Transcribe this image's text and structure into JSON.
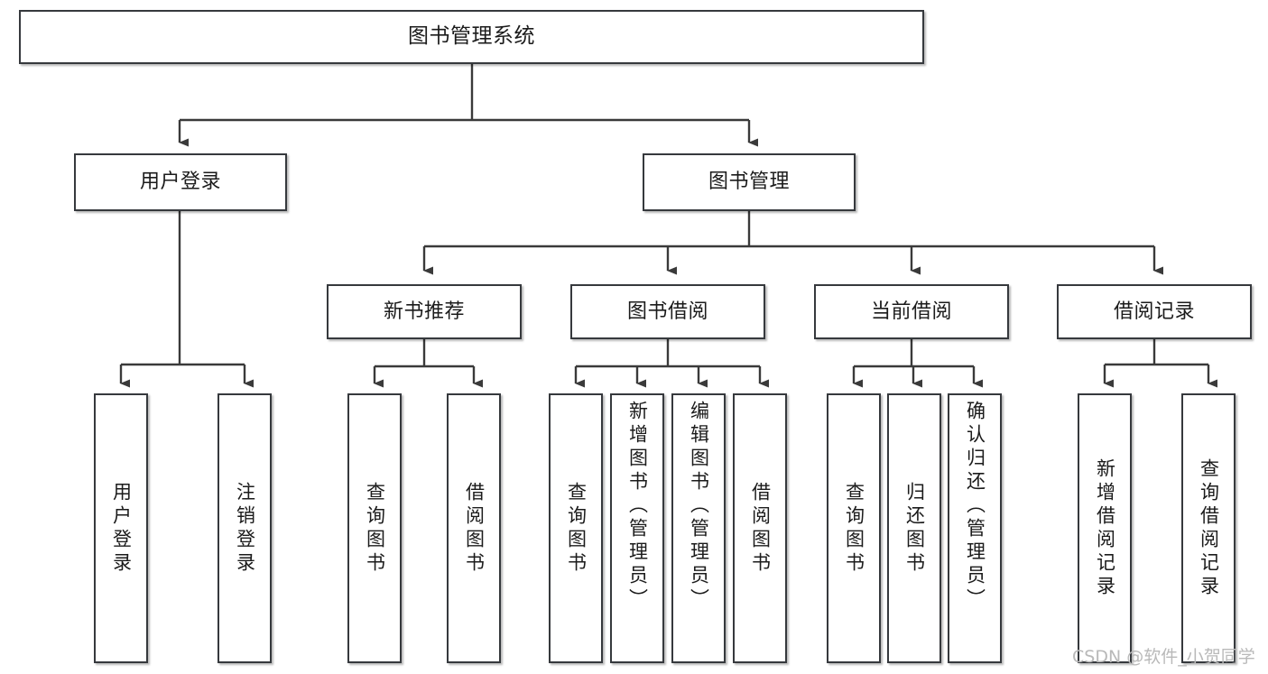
{
  "diagram": {
    "title": "图书管理系统",
    "type": "tree-hierarchy",
    "watermark": "CSDN @软件_小贺同学",
    "colors": {
      "background": "#ffffff",
      "node_border": "#36393d",
      "node_fill": "#ffffff",
      "edge": "#3a3a3a",
      "text": "#1b1b1b",
      "watermark": "#b9b9b9"
    },
    "nodes": {
      "root": {
        "label": "图书管理系统"
      },
      "level2": [
        {
          "label": "用户登录"
        },
        {
          "label": "图书管理"
        }
      ],
      "level3": [
        {
          "label": "新书推荐"
        },
        {
          "label": "图书借阅"
        },
        {
          "label": "当前借阅"
        },
        {
          "label": "借阅记录"
        }
      ],
      "leaves": {
        "user_login": [
          {
            "label": "用户登录"
          },
          {
            "label": "注销登录"
          }
        ],
        "new_book_recommend": [
          {
            "label": "查询图书"
          },
          {
            "label": "借阅图书"
          }
        ],
        "book_borrow": [
          {
            "label": "查询图书"
          },
          {
            "label": "新增图书（管理员）"
          },
          {
            "label": "编辑图书（管理员）"
          },
          {
            "label": "借阅图书"
          }
        ],
        "current_borrow": [
          {
            "label": "查询图书"
          },
          {
            "label": "归还图书"
          },
          {
            "label": "确认归还（管理员）"
          }
        ],
        "borrow_record": [
          {
            "label": "新增借阅记录"
          },
          {
            "label": "查询借阅记录"
          }
        ]
      }
    }
  }
}
